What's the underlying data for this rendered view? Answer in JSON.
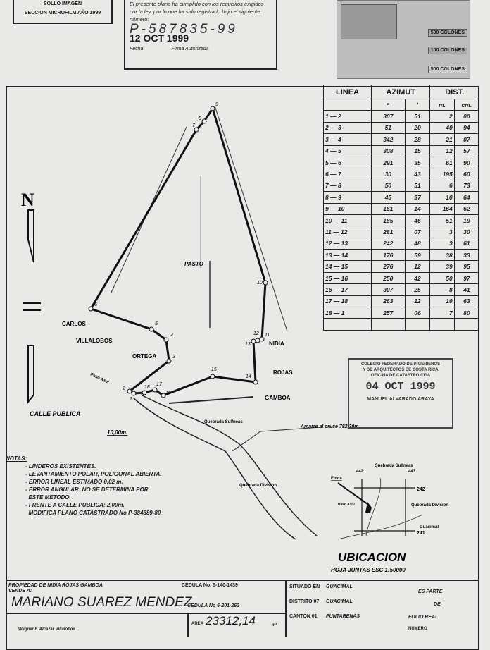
{
  "stamp_microfilm": {
    "line1": "SOLLO   IMAGEN",
    "line2": "SECCION MICROFILM AÑO 1999"
  },
  "registry_stamp": {
    "text": "El presente plano ha cumplido con los requisitos exigidos por la ley, por lo que ha sido registrado bajo el siguiente número:",
    "number": "P-587835-99",
    "date": "12 OCT 1999",
    "fecha_label": "Fecha",
    "firma_label": "Firma Autorizada"
  },
  "fiscal_stamps": [
    "500 COLONES",
    "100 COLONES",
    "500 COLONES"
  ],
  "table": {
    "headers": {
      "linea": "LINEA",
      "azimut": "AZIMUT",
      "dist": "DIST.",
      "deg": "º",
      "min": "'",
      "m": "m.",
      "cm": "cm."
    },
    "rows": [
      [
        "1 — 2",
        "307",
        "51",
        "2",
        "00"
      ],
      [
        "2 — 3",
        "51",
        "20",
        "40",
        "94"
      ],
      [
        "3 — 4",
        "342",
        "28",
        "21",
        "07"
      ],
      [
        "4 — 5",
        "308",
        "15",
        "12",
        "57"
      ],
      [
        "5 — 6",
        "291",
        "35",
        "61",
        "90"
      ],
      [
        "6 — 7",
        "30",
        "43",
        "195",
        "60"
      ],
      [
        "7 — 8",
        "50",
        "51",
        "6",
        "73"
      ],
      [
        "8 — 9",
        "45",
        "37",
        "10",
        "64"
      ],
      [
        "9 — 10",
        "161",
        "14",
        "164",
        "62"
      ],
      [
        "10 — 11",
        "185",
        "46",
        "51",
        "19"
      ],
      [
        "11 — 12",
        "281",
        "07",
        "3",
        "30"
      ],
      [
        "12 — 13",
        "242",
        "48",
        "3",
        "61"
      ],
      [
        "13 — 14",
        "176",
        "59",
        "38",
        "33"
      ],
      [
        "14 — 15",
        "276",
        "12",
        "39",
        "95"
      ],
      [
        "15 — 16",
        "250",
        "42",
        "50",
        "97"
      ],
      [
        "16 — 17",
        "307",
        "25",
        "8",
        "41"
      ],
      [
        "17 — 18",
        "263",
        "12",
        "10",
        "63"
      ],
      [
        "18 — 1",
        "257",
        "06",
        "7",
        "80"
      ]
    ]
  },
  "north": "N",
  "labels": {
    "pasto": "PASTO",
    "carlos": "CARLOS",
    "villalobos": "VILLALOBOS",
    "ortega": "ORTEGA",
    "nidia": "NIDIA",
    "rojas": "ROJAS",
    "gamboa": "GAMBOA",
    "calle": "CALLE PUBLICA",
    "scale": "10,00m.",
    "quebrada": "Quebrada Sulfneas",
    "quebrada2": "Quebrada Division",
    "amarre": "Amarre al cruce 782,30m",
    "paso": "Paso Azul"
  },
  "points": [
    "1",
    "2",
    "3",
    "4",
    "5",
    "6",
    "7",
    "8",
    "9",
    "10",
    "11",
    "12",
    "13",
    "14",
    "15",
    "16",
    "17",
    "18"
  ],
  "notes": {
    "title": "NOTAS:",
    "items": [
      "- LINDEROS EXISTENTES.",
      "- LEVANTAMIENTO POLAR, POLIGONAL ABIERTA.",
      "- ERROR LINEAL ESTIMADO 0,02 m.",
      "- ERROR ANGULAR: NO SE DETERMINA POR",
      "  ESTE METODO.",
      "- FRENTE A CALLE PUBLICA: 2,00m.",
      "  MODIFICA PLANO CATASTRADO No P-384889-80"
    ]
  },
  "college_stamp": {
    "line1": "COLEGIO FEDERADO DE INGENIEROS",
    "line2": "Y DE ARQUITECTOS DE COSTA RICA",
    "line3": "OFICINA DE CATASTRO CFIA",
    "date": "04 OCT 1999",
    "name": "MANUEL ALVARADO ARAYA"
  },
  "location": {
    "title": "UBICACION",
    "sheet": "HOJA JUNTAS ESC 1:50000",
    "g442": "442",
    "g443": "443",
    "g242": "242",
    "g241": "241",
    "quebrada": "Quebrada Sulfneas",
    "quebrada2": "Quebrada Division",
    "guacimal": "Guacimal",
    "finca": "Finca",
    "paso": "Paso Azul"
  },
  "bottom": {
    "owner": "PROPIEDAD DE NIDIA ROJAS GAMBOA",
    "cedula1": "CEDULA No. 5-140-1439",
    "vende": "VENDE A:",
    "buyer": "MARIANO SUAREZ MENDEZ",
    "cedula2": "CEDULA No 6-201-262",
    "surveyor": "Wagner F. Alcazar Villalobos",
    "area_label": "AREA",
    "area": "23312,14",
    "area_unit": "m²",
    "situado_label": "SITUADO EN",
    "situado": "GUACIMAL",
    "distrito_label": "DISTRITO 07",
    "distrito": "GUACIMAL",
    "canton_label": "CANTON 01",
    "canton": "PUNTARENAS",
    "es_parte": "ES PARTE",
    "de": "DE",
    "folio": "FOLIO REAL",
    "numero": "NUMERO"
  }
}
